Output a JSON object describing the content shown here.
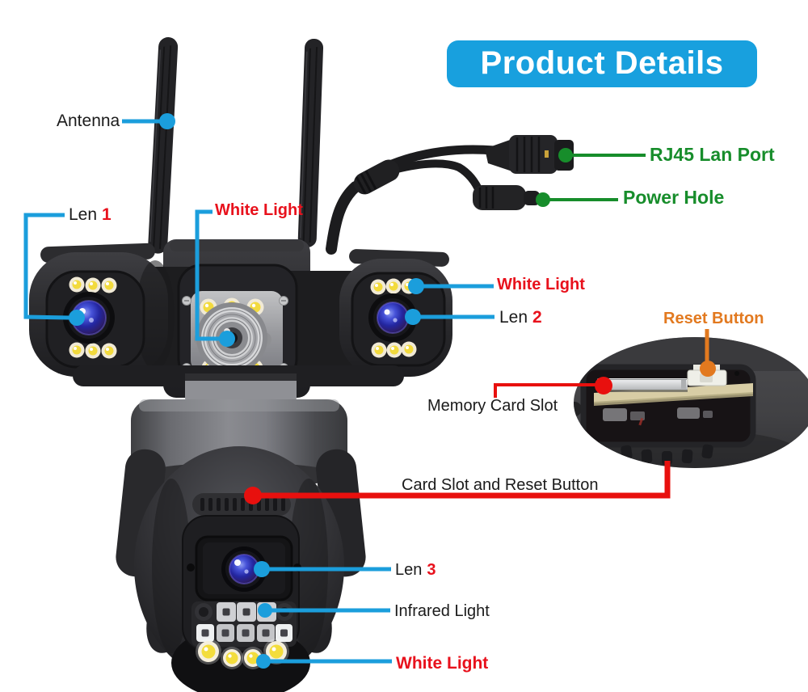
{
  "banner": {
    "label": "Product Details",
    "bg": "#18A0DE",
    "text_color": "#FFFFFF"
  },
  "colors": {
    "blue": "#1B9EDC",
    "red": "#E8100E",
    "green": "#178D2B",
    "orange": "#E2791F",
    "label_black": "#1B1B1B"
  },
  "annotations": {
    "antenna": {
      "label": "Antenna"
    },
    "len1": {
      "word": "Len",
      "num": "1"
    },
    "white_light_top": {
      "label": "White Light"
    },
    "rj45": {
      "label": "RJ45 Lan Port"
    },
    "power_hole": {
      "label": "Power Hole"
    },
    "white_light_right": {
      "label": "White Light"
    },
    "len2": {
      "word": "Len",
      "num": "2"
    },
    "reset_button": {
      "label": "Reset Button"
    },
    "memory_card_slot": {
      "label": "Memory Card Slot"
    },
    "card_slot_reset": {
      "label": "Card Slot and Reset Button"
    },
    "len3": {
      "word": "Len",
      "num": "3"
    },
    "infrared_light": {
      "label": "Infrared Light"
    },
    "white_light_bottom": {
      "label": "White Light"
    }
  }
}
